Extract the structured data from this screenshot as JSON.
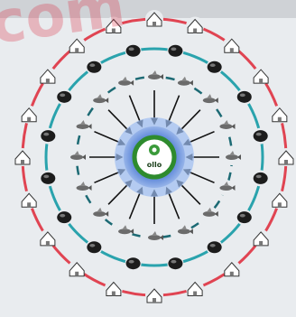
{
  "diagram": {
    "title": "",
    "center": {
      "label": "ollo",
      "icon": "satellite-hub-icon"
    },
    "watermark": "com",
    "rings": [
      {
        "name": "outer-ring",
        "color": "#e04452",
        "dashed": false,
        "node_icon": "house-icon",
        "count": 20
      },
      {
        "name": "middle-ring",
        "color": "#2aa3ad",
        "dashed": false,
        "node_icon": "sensor-node-icon",
        "count": 16
      },
      {
        "name": "inner-ring",
        "color": "#1c6a74",
        "dashed": true,
        "node_icon": "drone-icon",
        "count": 16
      }
    ],
    "colors": {
      "background": "#e9ecef",
      "hub_blue": "#3f6fd0",
      "hub_green": "#2e8b2e",
      "arrow": "#111111"
    }
  }
}
